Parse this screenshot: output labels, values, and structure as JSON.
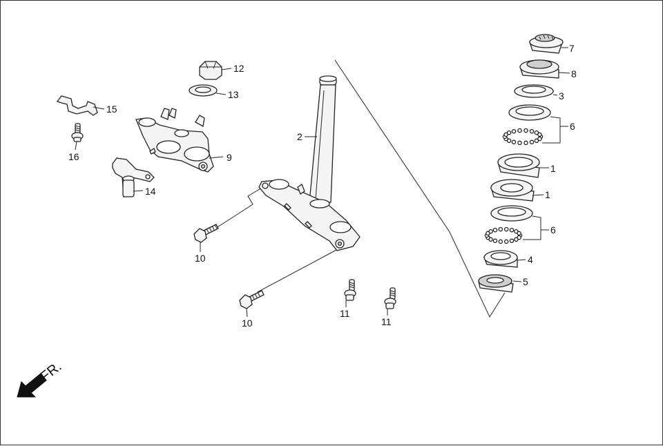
{
  "callouts": {
    "c1a": "1",
    "c1b": "1",
    "c2": "2",
    "c3": "3",
    "c4": "4",
    "c5": "5",
    "c6a": "6",
    "c6b": "6",
    "c7": "7",
    "c8": "8",
    "c9": "9",
    "c10a": "10",
    "c10b": "10",
    "c11a": "11",
    "c11b": "11",
    "c12": "12",
    "c13": "13",
    "c14": "14",
    "c15": "15",
    "c16": "16"
  },
  "direction_label": "FR.",
  "icons": {
    "direction": "arrow-down-left-icon"
  }
}
